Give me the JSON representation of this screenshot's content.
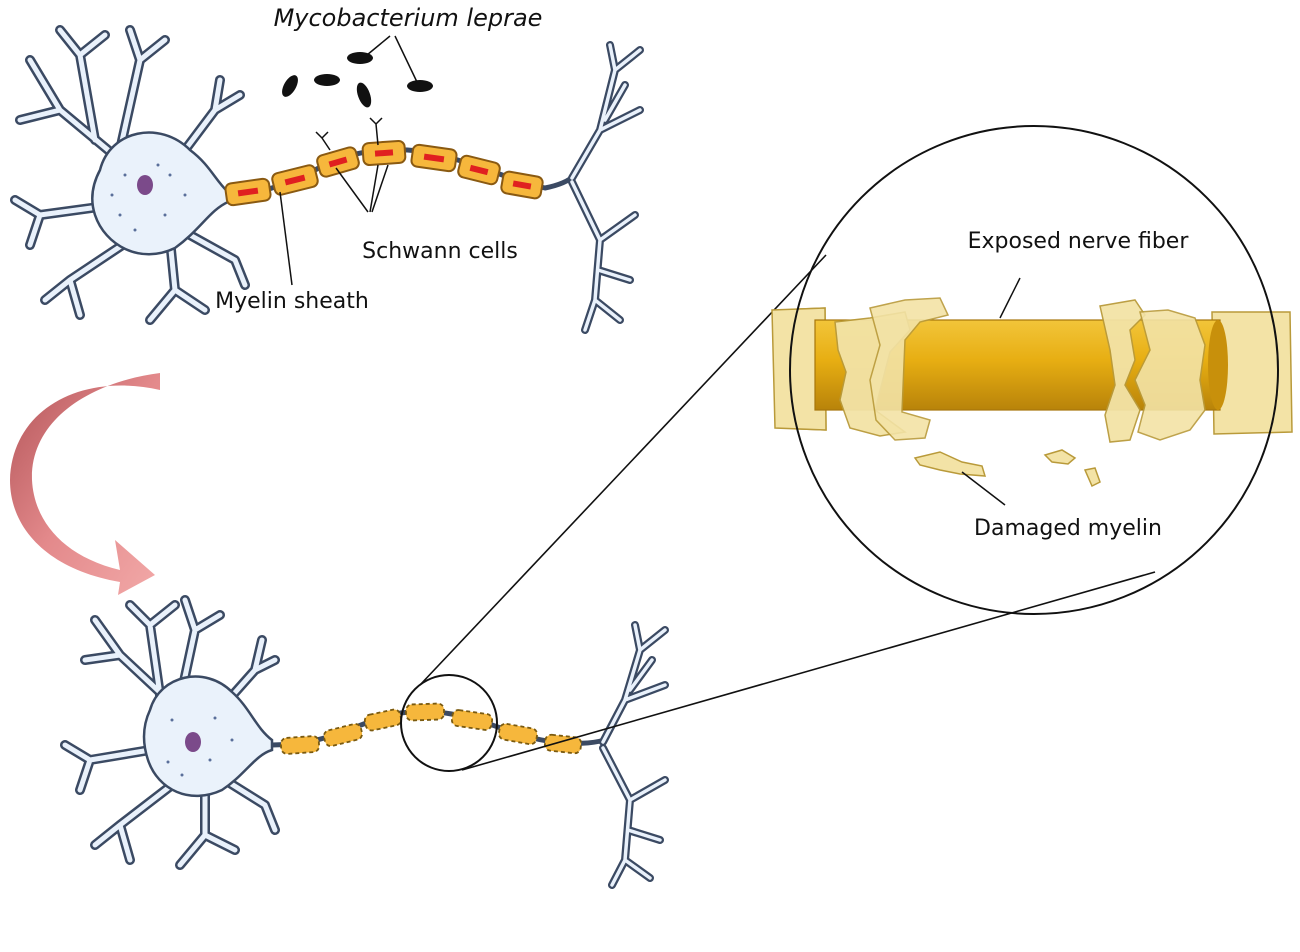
{
  "labels": {
    "bacterium": "Mycobacterium leprae",
    "schwann_cells": "Schwann cells",
    "myelin_sheath": "Myelin sheath",
    "exposed_fiber": "Exposed nerve fiber",
    "damaged_myelin": "Damaged myelin"
  },
  "colors": {
    "cell_body": "#eaf2fb",
    "outline": "#3b4a63",
    "myelin": "#f6b73c",
    "myelin_edge": "#8a5a12",
    "schwann_nucleus": "#e02020",
    "nucleus": "#7b4a8a",
    "fiber": "#e7ae12",
    "damaged_myelin": "#f3e3a6",
    "arrow": "#d9777a",
    "bacteria": "#111111"
  }
}
